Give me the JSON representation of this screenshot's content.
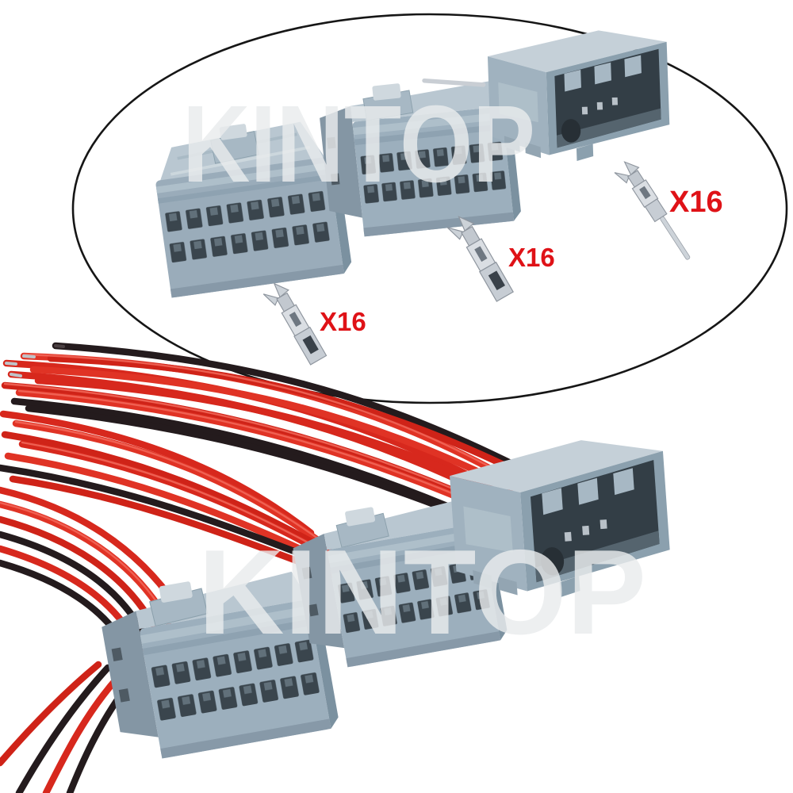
{
  "watermarks": {
    "top": "KINTOP",
    "bottom": "KINTOP"
  },
  "labels": {
    "terminal_count_left": "X16",
    "terminal_count_middle": "X16",
    "terminal_count_right": "X16"
  },
  "colors": {
    "background": "#ffffff",
    "oval_border": "#161616",
    "label_red": "#df1217",
    "connector_gray": "#9cafbd",
    "connector_gray_light": "#c2ced7",
    "connector_gray_dark": "#7b91a0",
    "cavity_dark": "#3a454d",
    "terminal_silver": "#d8dce1",
    "wire_red": "#d7281d",
    "wire_black": "#241b1d",
    "watermark_gray": "#e9ebed"
  }
}
